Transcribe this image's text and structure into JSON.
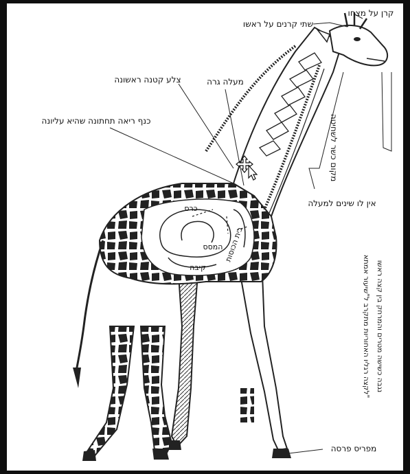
{
  "labels": {
    "horn_on_forehead": "קרן על מצחו",
    "two_horns": "שתי קרנים על ראשו",
    "first_small_rib": "צלע קטנה ראשונה",
    "cud_raising": "מעלה גרה",
    "lower_lung_wing": "כנף ריאה תחתונה שהיא עליונה",
    "kosher_slaughter": "מקום כשר לשחיטה",
    "no_upper_teeth": "אין לו שינים למעלה",
    "split_hoof": "מפריס פרסה"
  },
  "organs": {
    "rumen": "כרס",
    "omasum": "המסס",
    "abomasum": "קיבה",
    "reticulum": "בית הכוסות"
  },
  "side_note": {
    "line1": "נגבה כשישה מטרים   והמרחק בין קצה ראשו",
    "line2": "לקצה רגליו האחוריות מתקרב ל\"שיעור אמתא\""
  }
}
